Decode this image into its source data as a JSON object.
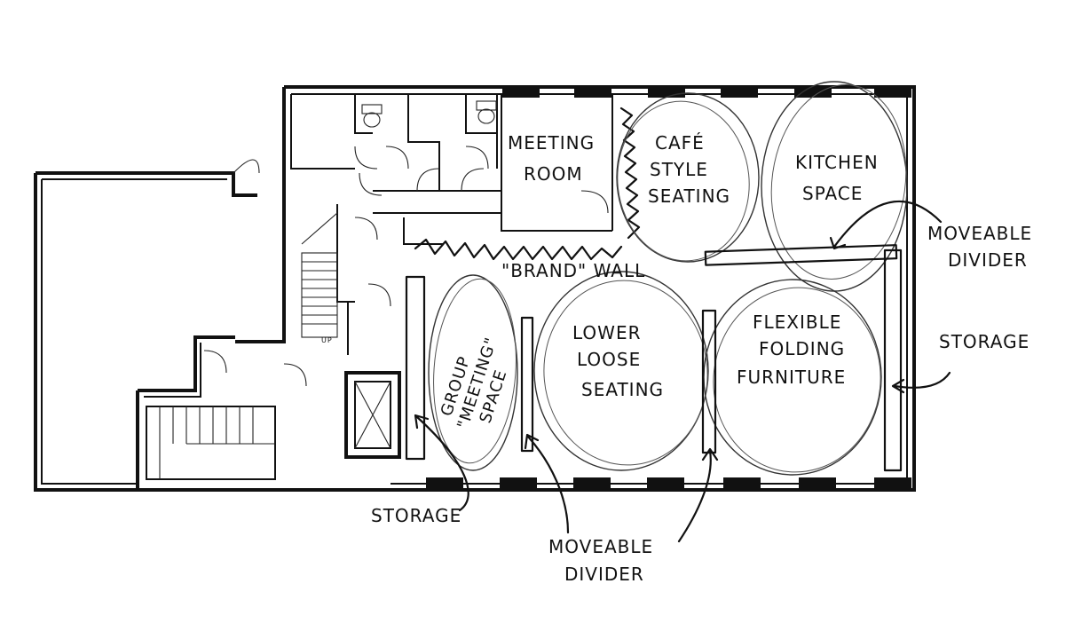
{
  "labels": {
    "meeting_room": [
      "MEETING",
      "ROOM"
    ],
    "cafe": [
      "CAFÉ",
      "STYLE",
      "SEATING"
    ],
    "kitchen": [
      "KITCHEN",
      "SPACE"
    ],
    "brand_wall": "\"BRAND\" WALL",
    "group_meeting": [
      "GROUP",
      "\"MEETING\"",
      "SPACE"
    ],
    "lower_loose": [
      "LOWER",
      "LOOSE",
      "SEATING"
    ],
    "flexible": [
      "FLEXIBLE",
      "FOLDING",
      "FURNITURE"
    ],
    "divider_right": [
      "MOVEABLE",
      "DIVIDER"
    ],
    "divider_bottom": [
      "MOVEABLE",
      "DIVIDER"
    ],
    "storage_right": "STORAGE",
    "storage_bottom": "STORAGE",
    "stair_up": "UP"
  },
  "colors": {
    "ink": "#111111",
    "paper": "#ffffff"
  }
}
